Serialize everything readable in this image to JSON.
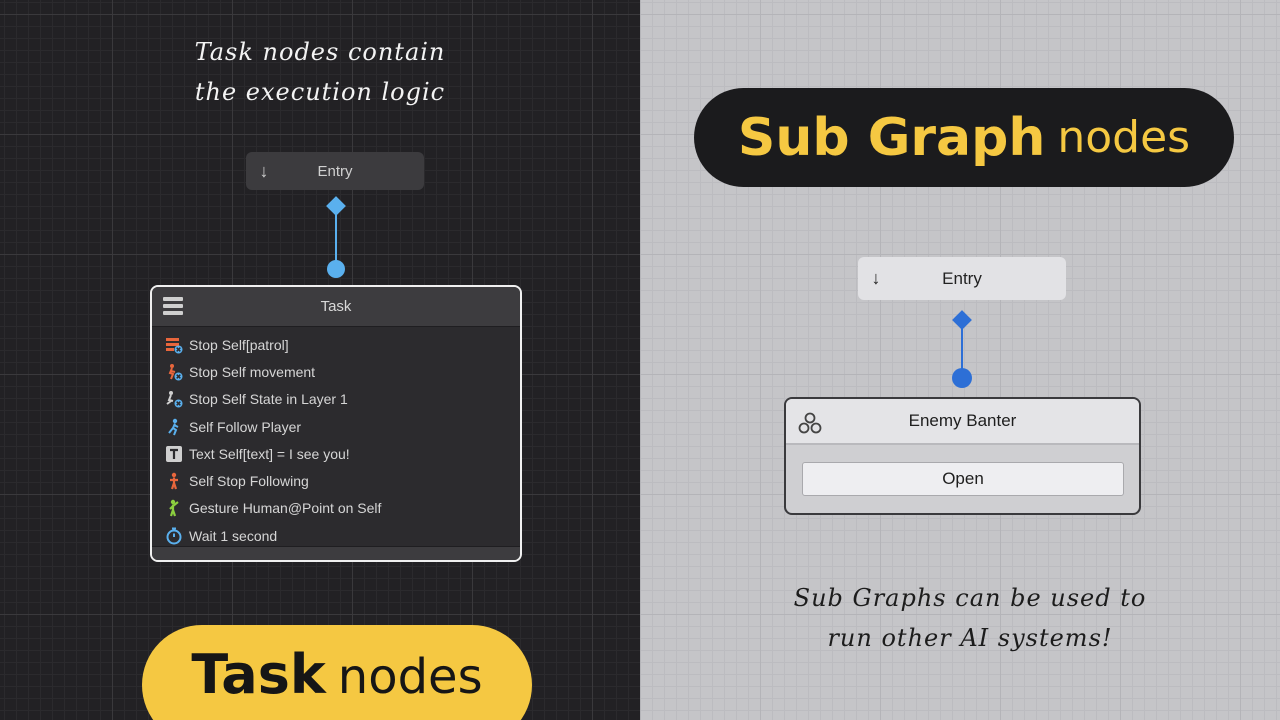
{
  "left_panel": {
    "note_line1": "Task nodes contain",
    "note_line2": "the execution logic",
    "entry_label": "Entry",
    "task_node": {
      "title": "Task",
      "items": [
        {
          "icon": "stop-list-icon",
          "label": "Stop Self[patrol]"
        },
        {
          "icon": "stop-movement-icon",
          "label": "Stop Self movement"
        },
        {
          "icon": "stop-state-icon",
          "label": "Stop Self State in Layer 1"
        },
        {
          "icon": "follow-icon",
          "label": "Self Follow Player"
        },
        {
          "icon": "text-icon",
          "label": "Text Self[text] = I see you!"
        },
        {
          "icon": "stop-following-icon",
          "label": "Self Stop Following"
        },
        {
          "icon": "gesture-icon",
          "label": "Gesture Human@Point on Self"
        },
        {
          "icon": "timer-icon",
          "label": "Wait 1 second"
        }
      ]
    },
    "pill_bold": "Task",
    "pill_light": "nodes"
  },
  "right_panel": {
    "pill_bold": "Sub Graph",
    "pill_light": "nodes",
    "entry_label": "Entry",
    "sub_node": {
      "title": "Enemy Banter",
      "button_label": "Open"
    },
    "note_line1": "Sub Graphs can be used to",
    "note_line2": "run other AI systems!"
  },
  "colors": {
    "accent_yellow": "#f5c842",
    "connector_dark": "#5ab0ee",
    "connector_light": "#2d6fd6",
    "icon_orange": "#e8663c",
    "icon_blue": "#5ab0ee",
    "icon_green": "#8ccf3f"
  }
}
